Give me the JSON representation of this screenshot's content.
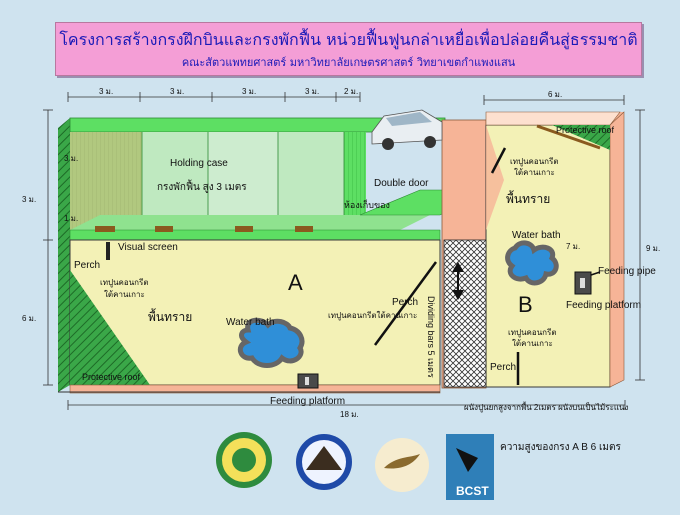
{
  "title": "โครงการสร้างกรงฝึกบินและกรงพักฟื้น หน่วยฟื้นฟูนกล่าเหยื่อเพื่อปล่อยคืนสู่ธรรมชาติ",
  "subtitle": "คณะสัตวแพทยศาสตร์ มหาวิทยาลัยเกษตรศาสตร์ วิทยาเขตกำแพงแสน",
  "dimensions": {
    "top_3m_a": "3 ม.",
    "top_3m_b": "3 ม.",
    "top_3m_c": "3 ม.",
    "top_3m_d": "3 ม.",
    "top_2m": "2 ม.",
    "top_right_6m": "6 ม.",
    "left_3m": "3 ม.",
    "left_6m": "6 ม.",
    "right_9m": "9 ม.",
    "bottom_18m": "18 ม.",
    "inner_3m": "3 ม.",
    "inner_1m": "1 ม.",
    "inner_7m": "7 ม."
  },
  "labels": {
    "holding_case": "Holding case",
    "recovery_cage": "กรงพักฟื้น สูง  3 เมตร",
    "double_door": "Double door",
    "storage_room": "ห้องเก็บของ",
    "protective_roof_right": "Protective roof",
    "concrete_pillar_top": "เทปูนคอนกรีต",
    "concrete_pillar_top_2": "ใต้คานเกาะ",
    "sand_b": "พื้นทราย",
    "water_bath_b": "Water bath",
    "feeding_pipe": "Feeding pipe",
    "feeding_platform_right": "Feeding platform",
    "visual_screen": "Visual screen",
    "perch_left": "Perch",
    "concrete_left_1": "เทปูนคอนกรีต",
    "concrete_left_2": "ใต้คานเกาะ",
    "area_a": "A",
    "sand_a": "พื้นทราย",
    "water_bath_a": "Water bath",
    "perch_center": "Perch",
    "concrete_center": "เทปูนคอนกรีตใต้คานเกาะ",
    "dividing_bars": "Dividing bars 5 เมตร",
    "area_b": "B",
    "concrete_b_1": "เทปูนคอนกรีต",
    "concrete_b_2": "ใต้คานเกาะ",
    "perch_b": "Perch",
    "protective_roof_left": "Protective roof",
    "feeding_platform_bottom": "Feeding platform",
    "wall_note": "ผนังปูนยกสูงจากพื้น 2เมตร ผนังบนเป็นไม้ระแนง",
    "cage_height": "ความสูงของกรง A B    6 เมตร"
  },
  "logos": {
    "logo_4_text": "BCST"
  },
  "colors": {
    "background": "#cfe3ef",
    "banner": "#f49ed6",
    "floor": "#f3f1b6",
    "roof_green": "#2f9e3a",
    "bright_green": "#5ddf63",
    "wall_peach": "#f6b497",
    "water": "#2f8fd8"
  }
}
